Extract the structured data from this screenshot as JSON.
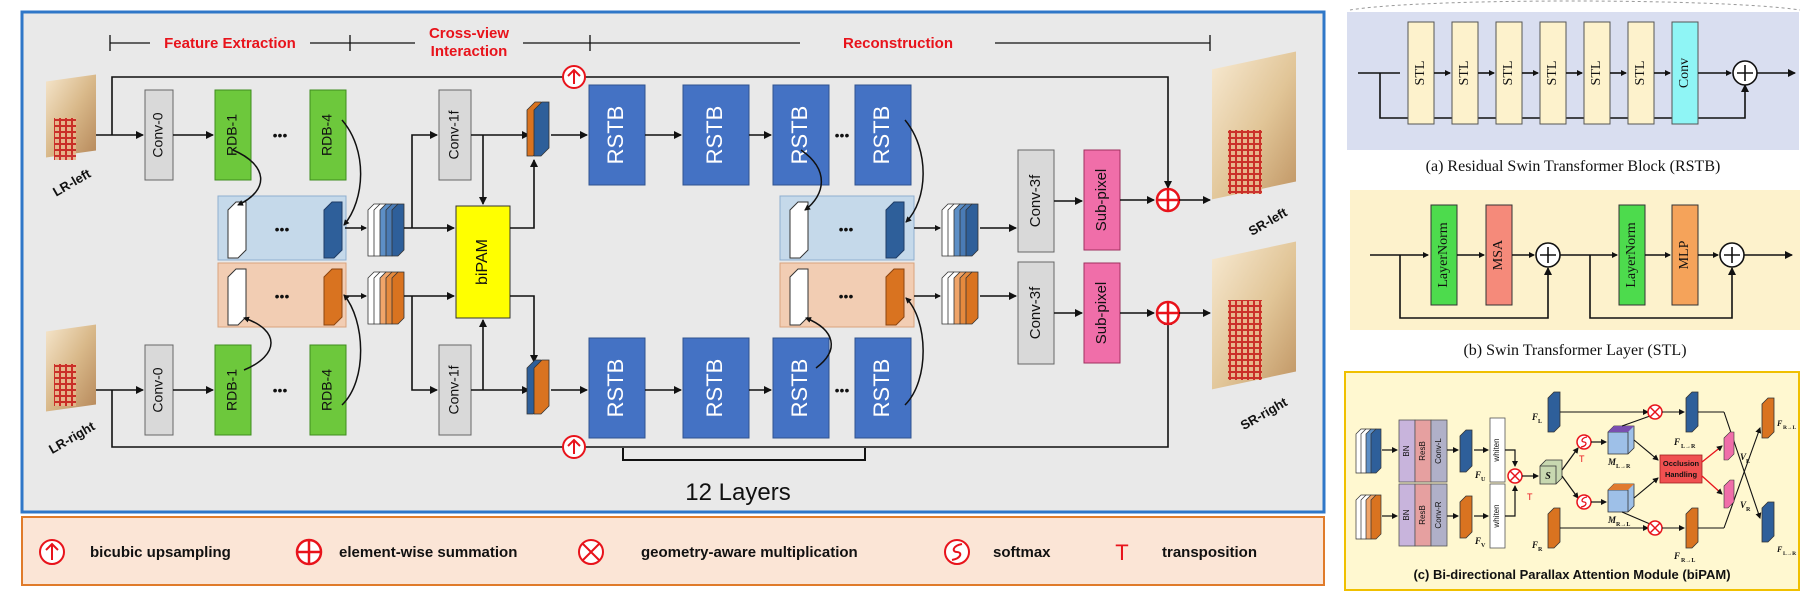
{
  "main": {
    "stage_feature_extraction": "Feature Extraction",
    "stage_cross_view_line1": "Cross-view",
    "stage_cross_view_line2": "Interaction",
    "stage_reconstruction": "Reconstruction",
    "lr_left": "LR-left",
    "lr_right": "LR-right",
    "sr_left": "SR-left",
    "sr_right": "SR-right",
    "conv0": "Conv-0",
    "rdb1": "RDB-1",
    "rdb4": "RDB-4",
    "dots": "•••",
    "conv1f": "Conv-1f",
    "bipam": "biPAM",
    "rstb": "RSTB",
    "conv3f": "Conv-3f",
    "subpixel": "Sub-pixel",
    "layers": "12 Layers"
  },
  "legend": {
    "bicubic": "bicubic upsampling",
    "summation": "element-wise summation",
    "geometry": "geometry-aware multiplication",
    "softmax": "softmax",
    "transposition_symbol": "T",
    "transposition": "transposition"
  },
  "rstb_panel": {
    "stl": "STL",
    "conv": "Conv",
    "caption": "(a) Residual Swin Transformer Block (RSTB)"
  },
  "stl_panel": {
    "layernorm": "LayerNorm",
    "msa": "MSA",
    "mlp": "MLP",
    "caption": "(b) Swin Transformer Layer (STL)"
  },
  "bipam_panel": {
    "bn": "BN",
    "resb": "ResB",
    "conv_l": "Conv-L",
    "conv_r": "Conv-R",
    "whiten": "whiten",
    "s": "S",
    "t": "T",
    "occ1": "Occlusion",
    "occ2": "Handling",
    "f_u": "F",
    "f_u_sub": "U",
    "f_v": "F",
    "f_v_sub": "V",
    "f_l": "F",
    "f_l_sub": "L",
    "f_r": "F",
    "f_r_sub": "R",
    "m_lr": "M",
    "m_lr_sub": "L→R",
    "m_rl": "M",
    "m_rl_sub": "R→L",
    "f_lr": "F",
    "f_lr_sub": "L→R",
    "f_rl": "F",
    "f_rl_sub": "R→L",
    "v_l": "V",
    "v_l_sub": "L",
    "v_r": "V",
    "v_r_sub": "R",
    "caption": "(c) Bi-directional Parallax Attention Module (biPAM)"
  },
  "colors": {
    "red": "#e8131b",
    "green": "#6dc83c",
    "blue": "#4472c4",
    "yellow": "#ffff00",
    "pink": "#f06ea9"
  }
}
